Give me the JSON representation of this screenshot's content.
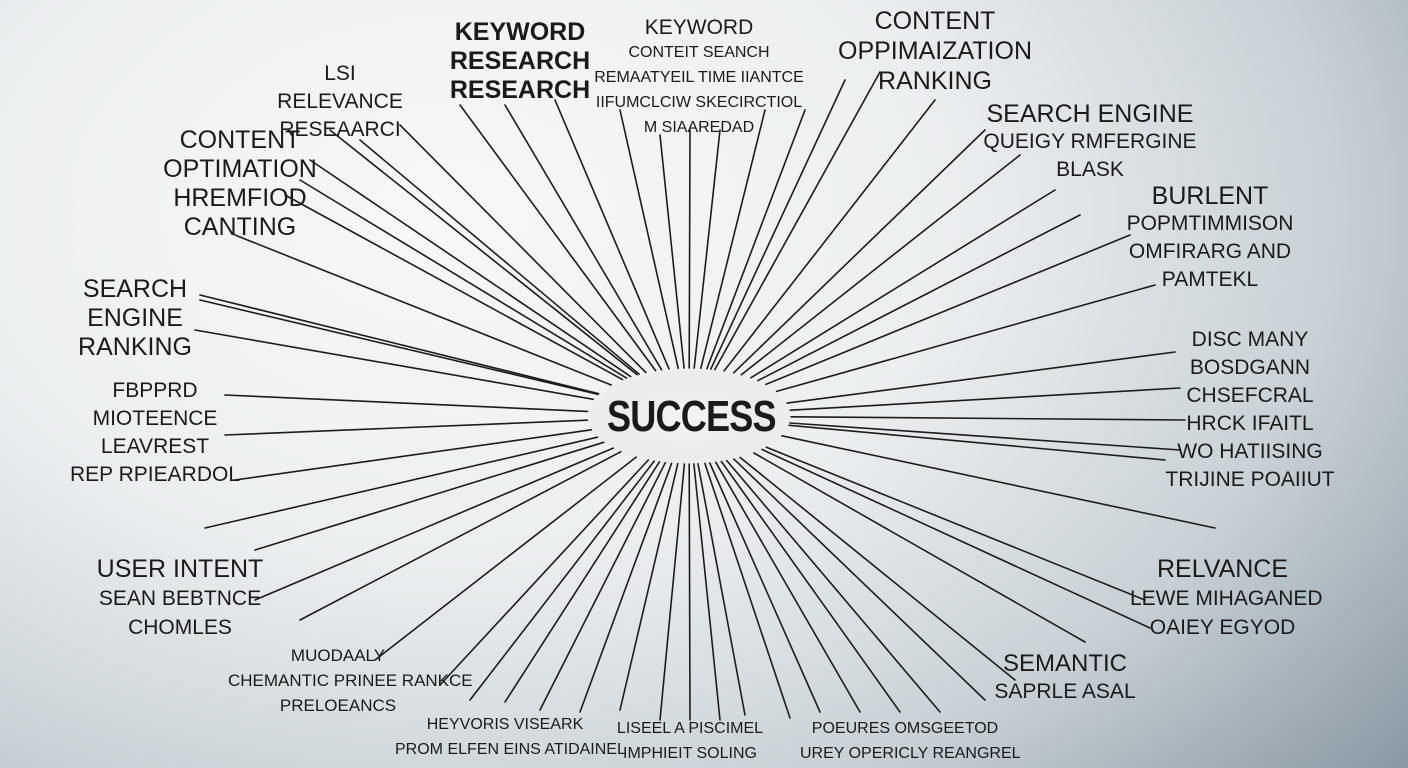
{
  "center": {
    "label": "SUCCESS"
  },
  "labels": {
    "lsi": [
      "LSI",
      "RELEVANCE",
      "RESEAARCI"
    ],
    "keyword_left": [
      "KEYWORD",
      "RESEARCH",
      "RESEARCH"
    ],
    "keyword_mid": [
      "KEYWORD",
      "CONTEIT SEANCH",
      "REMAATYEIL TIME IIANTCE",
      "IIFUMCLCIW SKECIRCTIOL",
      "M SIAAREDAD"
    ],
    "content_top": [
      "CONTENT",
      "OPPIMAIZATION",
      "RANKING"
    ],
    "content_left": [
      "CONTENT",
      "OPTIMATION",
      "HREMFIOD",
      "CANTING"
    ],
    "search_right": [
      "SEARCH ENGINE",
      "QUEIGY RMFERGINE",
      "BLASK"
    ],
    "burlent": [
      "BURLENT",
      "POPMTIMMISON",
      "OMFIRARG AND",
      "PAMTEKL"
    ],
    "search_left": [
      "SEARCH",
      "ENGINE",
      "RANKING"
    ],
    "disc": [
      "DISC MANY",
      "BOSDGANN",
      "CHSEFCRAL",
      "HRCK IFAITL",
      "WO HATIISING",
      "TRIJINE POAIIUT"
    ],
    "fbpprd": [
      "FBPPRD",
      "MIOTEENCE",
      "LEAVREST",
      "REP RPIEARDOL"
    ],
    "user_intent": [
      "USER INTENT",
      "SEAN BEBTNCE",
      "CHOMLES"
    ],
    "relvance": [
      "RELVANCE",
      "LEWE MIHAGANED",
      "OAIEY EGYOD"
    ],
    "modaaly": [
      "MUODAALY",
      "CHEMANTIC PRINEE RANKCE",
      "PRELOEANCS"
    ],
    "semantic": [
      "SEMANTIC",
      "SAPRLE ASAL"
    ],
    "heyvoris": [
      "HEYVORIS VISEARK",
      "PROM ELFEN EINS ATIDAINEL"
    ],
    "liseel": [
      "LISEEL A PISCIMEL",
      "IMPHIEIT SOLING"
    ],
    "poeures": [
      "POEURES OMSGEETOD",
      "UREY OPERICLY REANGREL"
    ]
  }
}
